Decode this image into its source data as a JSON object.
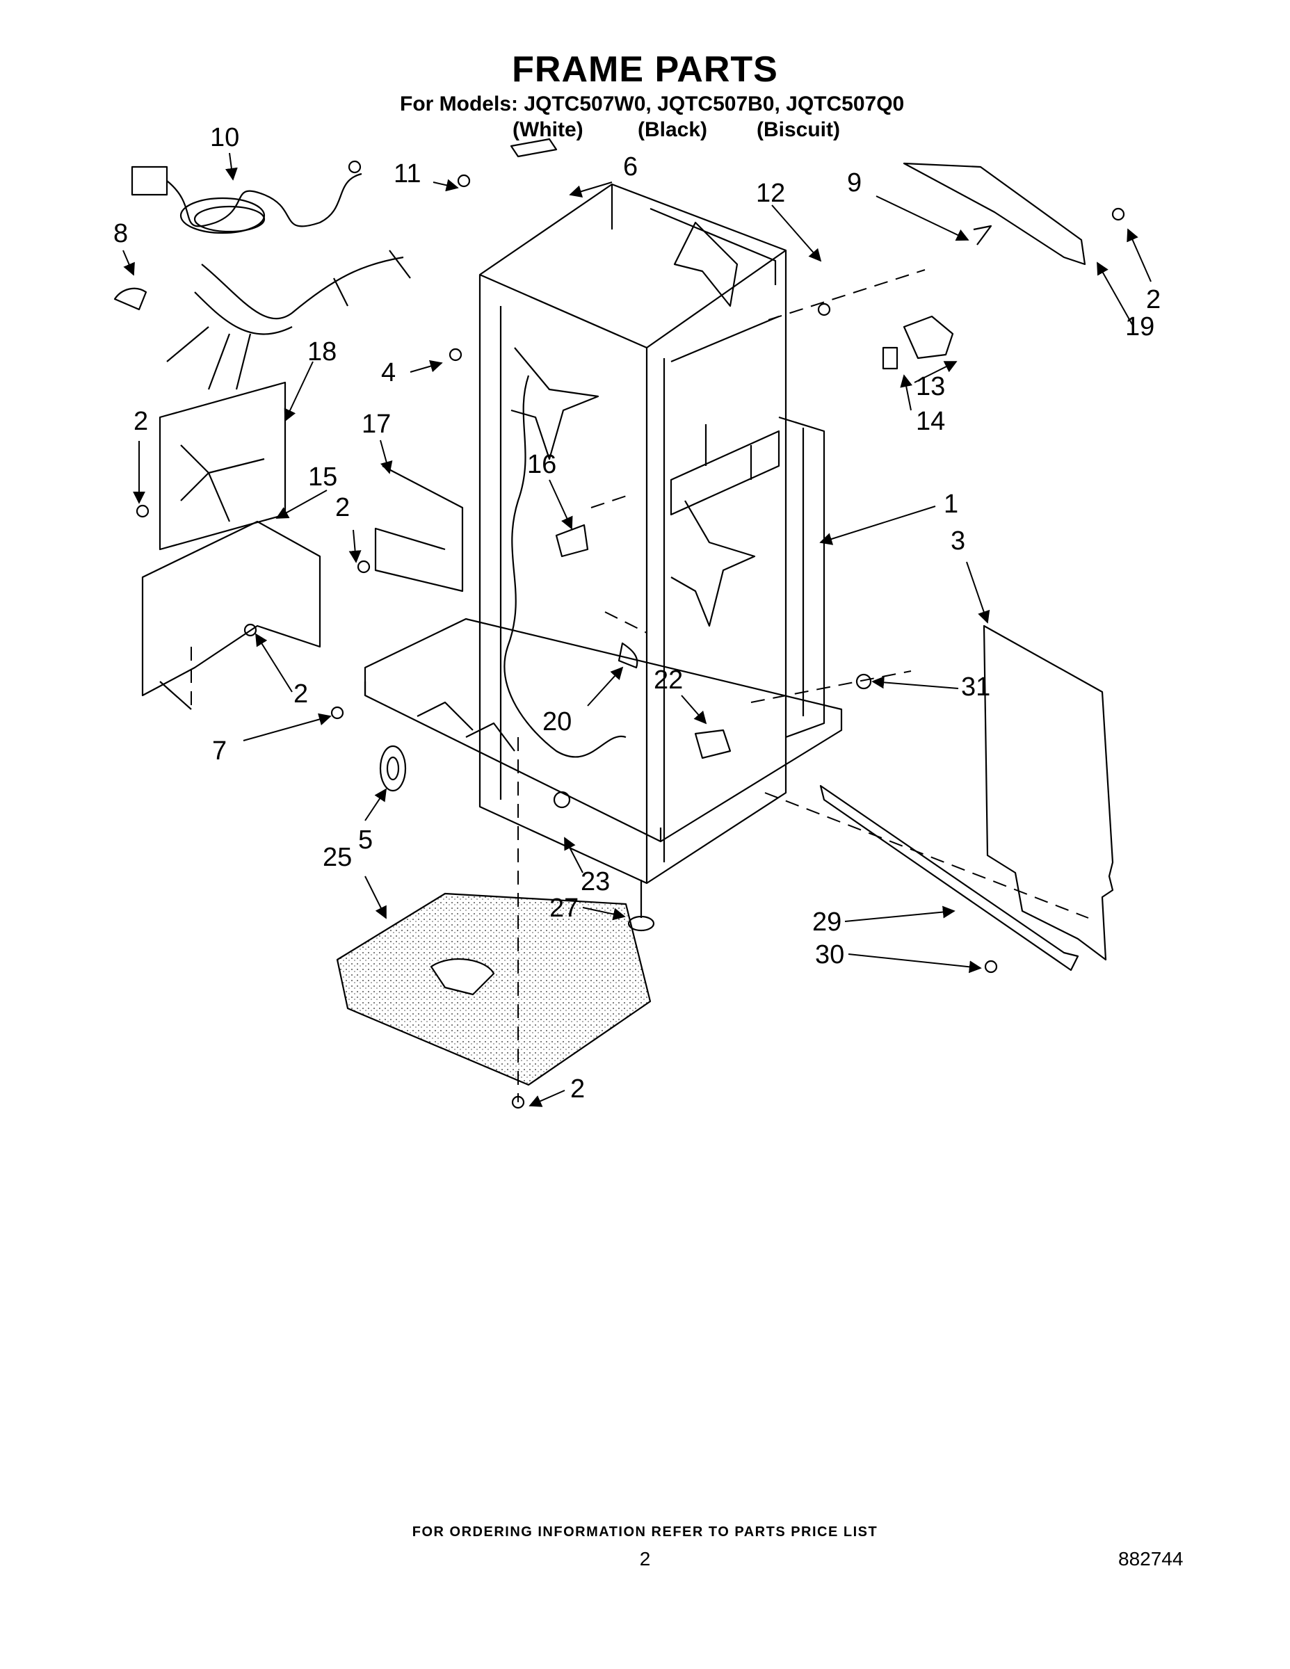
{
  "header": {
    "title": "FRAME PARTS",
    "models_line": "For Models: JQTC507W0, JQTC507B0, JQTC507Q0",
    "colors": [
      "(White)",
      "(Black)",
      "(Biscuit)"
    ]
  },
  "callouts": [
    "10",
    "11",
    "6",
    "12",
    "9",
    "8",
    "2",
    "19",
    "4",
    "18",
    "13",
    "14",
    "2",
    "17",
    "16",
    "15",
    "2",
    "1",
    "3",
    "2",
    "22",
    "31",
    "20",
    "7",
    "5",
    "25",
    "23",
    "27",
    "29",
    "30",
    "2"
  ],
  "footer": {
    "ordering_note": "FOR ORDERING INFORMATION REFER TO PARTS PRICE LIST",
    "page_number": "2",
    "document_number": "882744"
  }
}
